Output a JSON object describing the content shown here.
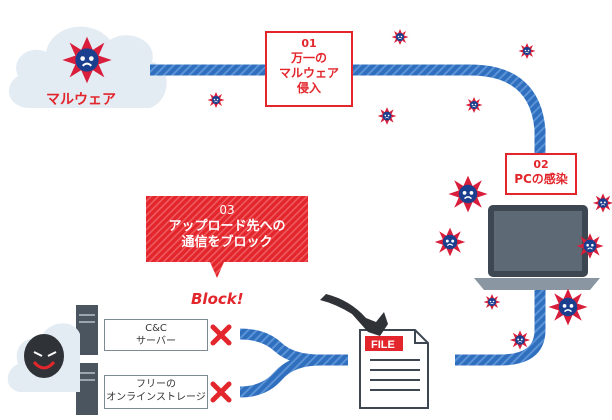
{
  "cloud": {
    "label": "マルウェア"
  },
  "steps": [
    {
      "number": "01",
      "text": "万一の\nマルウェア\n侵入"
    },
    {
      "number": "02",
      "text": "PCの感染"
    },
    {
      "number": "03",
      "text": "アップロード先への\n通信をブロック"
    }
  ],
  "block_label": "Block!",
  "servers": [
    {
      "label": "C&C\nサーバー"
    },
    {
      "label": "フリーの\nオンラインストレージ"
    }
  ],
  "file_label": "FILE",
  "colors": {
    "accent": "#e2262c",
    "pipe": "#2f6fbe",
    "virus_red": "#d81e3a",
    "virus_blue": "#1b3f8f",
    "cloud": "#e3ebf3"
  }
}
